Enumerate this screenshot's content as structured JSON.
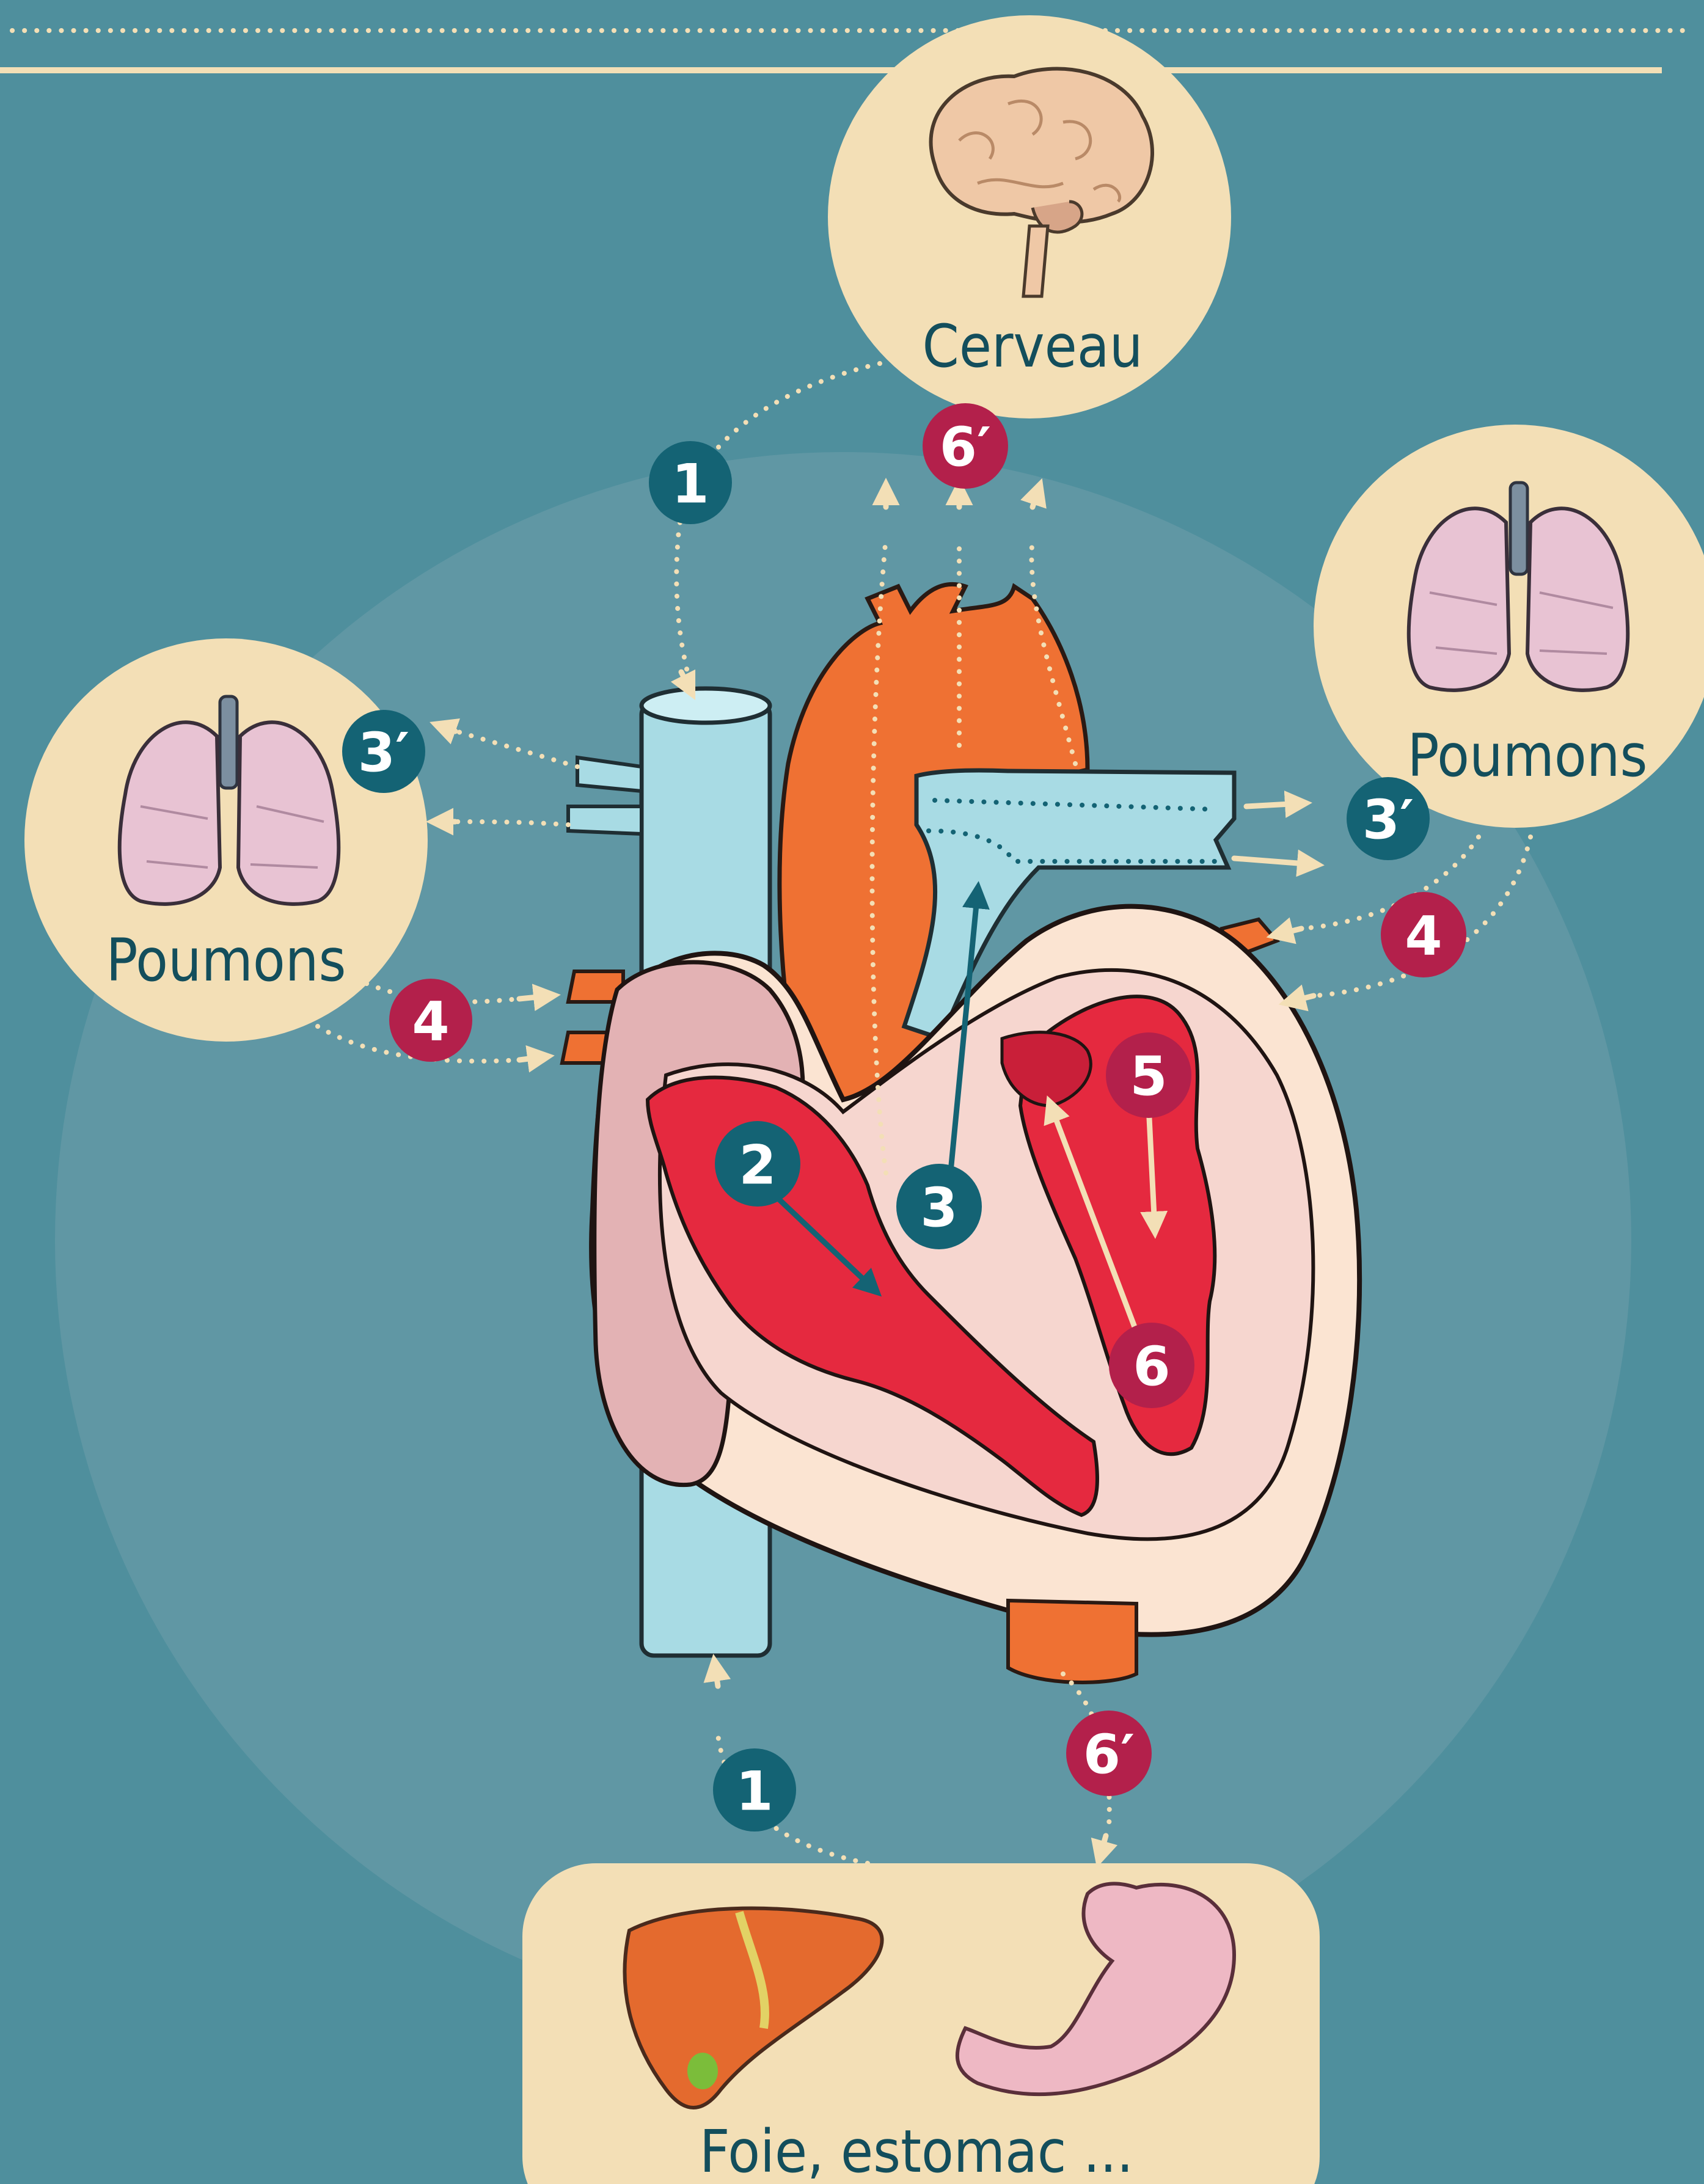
{
  "organs": {
    "brain": "Cerveau",
    "lungs_left": "Poumons",
    "lungs_right": "Poumons",
    "digestive": "Foie, estomac ..."
  },
  "badges": {
    "b1_top": "1",
    "b1_bottom": "1",
    "b2": "2",
    "b3": "3",
    "b3p_left": "3′",
    "b3p_right": "3′",
    "b4_left": "4",
    "b4_right": "4",
    "b5": "5",
    "b6": "6",
    "b6p_top": "6′",
    "b6p_bottom": "6′"
  },
  "colors": {
    "background": "#4f8f9d",
    "cream": "#f3dfb6",
    "badge_teal": "#146374",
    "badge_crimson": "#b3204b",
    "aorta": "#ef7133",
    "vein": "#a8dbe4",
    "blood": "#e5293f"
  }
}
